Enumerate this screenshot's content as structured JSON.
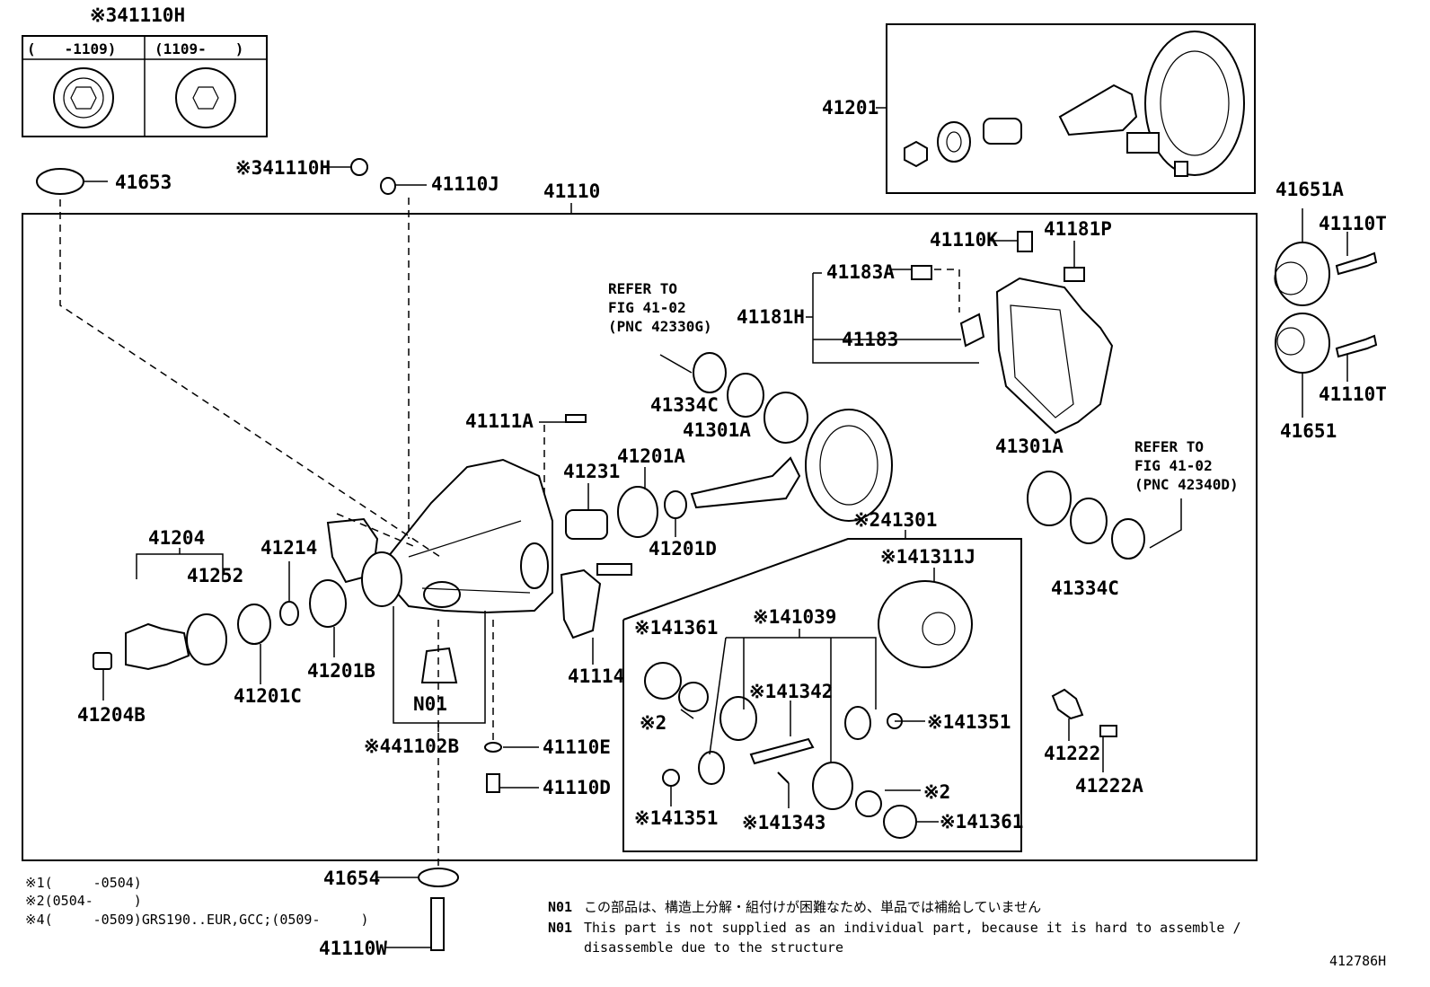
{
  "inset": {
    "title": "※341110H",
    "col1": "(　　-1109)",
    "col2": "(1109-　　)"
  },
  "labels": {
    "l41653": "41653",
    "l41110H": "※341110H",
    "l41110J": "41110J",
    "l41110": "41110",
    "l41201": "41201",
    "l41651A": "41651A",
    "l41110T_a": "41110T",
    "l41110T_b": "41110T",
    "l41651": "41651",
    "l41110K": "41110K",
    "l41181P": "41181P",
    "l41183A": "41183A",
    "l41181H": "41181H",
    "l41183": "41183",
    "refer1": [
      "REFER TO",
      "FIG 41-02",
      "(PNC 42330G)"
    ],
    "refer2": [
      "REFER TO",
      "FIG 41-02",
      "(PNC 42340D)"
    ],
    "l41334C_a": "41334C",
    "l41301A_a": "41301A",
    "l41111A": "41111A",
    "l41231": "41231",
    "l41201A": "41201A",
    "l41201D": "41201D",
    "l41301A_b": "41301A",
    "l41334C_b": "41334C",
    "l41301": "※241301",
    "l41311J": "※141311J",
    "l41204": "41204",
    "l41252": "41252",
    "l41214": "41214",
    "l41201B": "41201B",
    "l41201C": "41201C",
    "l41204B": "41204B",
    "lN01": "N01",
    "l41102B": "※441102B",
    "l41110E": "41110E",
    "l41110D": "41110D",
    "l41114": "41114",
    "l41361_a": "※141361",
    "l41039": "※141039",
    "l41342": "※141342",
    "l41351_a": "※141351",
    "l2_a": "※2",
    "l41351_b": "※141351",
    "l41343": "※141343",
    "l2_b": "※2",
    "l41361_b": "※141361",
    "l41222": "41222",
    "l41222A": "41222A",
    "l41654": "41654",
    "l41110W": "41110W"
  },
  "footnotes": [
    "※1(　　　-0504)",
    "※2(0504-　　　)",
    "※4(　　　-0509)GRS190..EUR,GCC;(0509-　　　)"
  ],
  "notes": {
    "n1_tag": "N01",
    "n1_text": "この部品は、構造上分解・組付けが困難なため、単品では補給していません",
    "n2_tag": "N01",
    "n2_text": "This part is not supplied as an individual part, because it is hard to assemble /",
    "n2_text2": "disassemble due to the structure"
  },
  "figure_id": "412786H"
}
